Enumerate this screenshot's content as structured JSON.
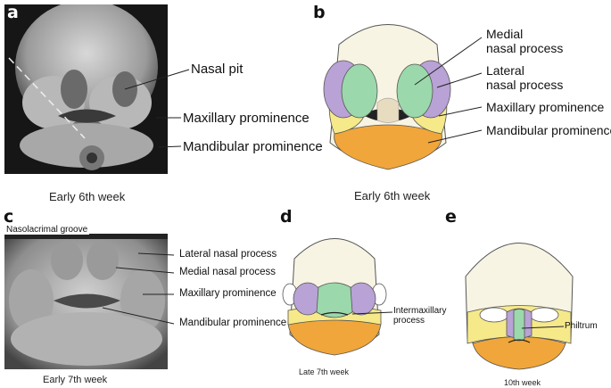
{
  "panels": {
    "a": {
      "letter": "a",
      "caption": "Early 6th week",
      "labels": [
        "Nasal pit",
        "Maxillary prominence",
        "Mandibular prominence"
      ]
    },
    "b": {
      "letter": "b",
      "caption": "Early 6th week",
      "labels": {
        "medial_line1": "Medial",
        "medial_line2": "nasal process",
        "lateral_line1": "Lateral",
        "lateral_line2": "nasal process",
        "maxillary": "Maxillary prominence",
        "mandibular": "Mandibular prominence"
      }
    },
    "c": {
      "letter": "c",
      "caption": "Early 7th week",
      "top_label": "Nasolacrimal groove",
      "labels": [
        "Lateral nasal process",
        "Medial nasal process",
        "Maxillary prominence",
        "Mandibular prominence"
      ]
    },
    "d": {
      "letter": "d",
      "caption": "Late 7th week",
      "label_line1": "Intermaxillary",
      "label_line2": "process"
    },
    "e": {
      "letter": "e",
      "caption": "10th week",
      "label": "Philtrum"
    }
  },
  "colors": {
    "lateral_nasal": "#b9a2d6",
    "medial_nasal": "#9bd8ab",
    "maxillary": "#f6e98a",
    "mandibular": "#f0a63a",
    "skin": "#f8f4e3"
  }
}
